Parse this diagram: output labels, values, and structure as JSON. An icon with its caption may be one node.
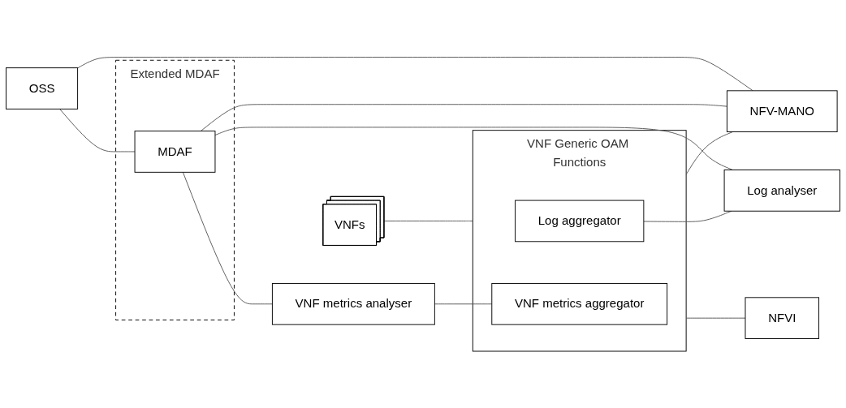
{
  "diagram": {
    "nodes": [
      {
        "text": [
          "OSS"
        ]
      },
      {
        "text": [
          "Extended MDAF"
        ]
      },
      {
        "text": [
          "MDAF"
        ],
        "in": 1
      },
      {
        "text": [
          "VNFs"
        ]
      },
      {
        "text": [
          "VNF Generic OAM Functions"
        ]
      },
      {
        "text": [
          "Log aggregator"
        ],
        "in": 4
      },
      {
        "text": [
          "Log analyser"
        ]
      },
      {
        "text": [
          "VNF metrics analyser"
        ]
      },
      {
        "text": [
          "VNF metrics aggregator"
        ],
        "in": 4
      },
      {
        "text": [
          "NFV-MANO"
        ]
      },
      {
        "text": [
          "NFVI"
        ]
      }
    ],
    "edges": [
      {
        "from": 0,
        "to": 2,
        "arrow": "none"
      },
      {
        "from": 0,
        "to": 9,
        "arrow": "none"
      },
      {
        "from": 2,
        "to": 9,
        "arrow": "none"
      },
      {
        "from": 2,
        "to": 6,
        "arrow": "none"
      },
      {
        "from": 2,
        "to": 7,
        "arrow": "none"
      },
      {
        "from": 3,
        "to": 4,
        "arrow": "none"
      },
      {
        "from": 5,
        "to": 6,
        "arrow": "none"
      },
      {
        "from": 7,
        "to": 8,
        "arrow": "none"
      },
      {
        "from": 4,
        "to": 9,
        "arrow": "none"
      },
      {
        "from": 4,
        "to": 10,
        "arrow": "none"
      }
    ]
  }
}
